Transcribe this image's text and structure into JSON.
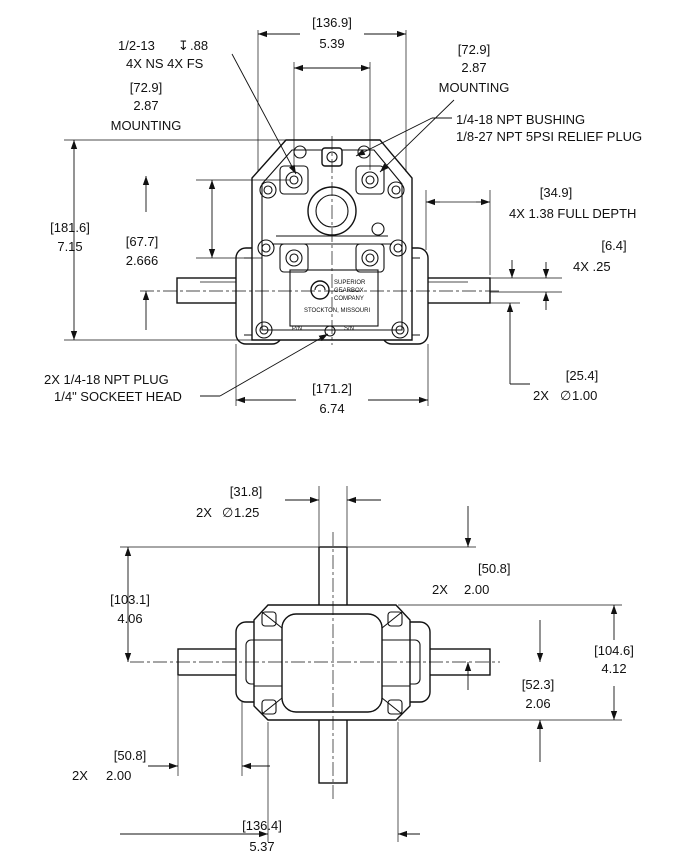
{
  "front_view": {
    "top_width": {
      "mm": "[136.9]",
      "in": "5.39"
    },
    "tap_spec": {
      "line1": "1/2-13",
      "depth": ".88",
      "line2": "4X NS   4X FS"
    },
    "mounting_left": {
      "mm": "[72.9]",
      "in": "2.87",
      "label": "MOUNTING"
    },
    "mounting_right": {
      "mm": "[72.9]",
      "in": "2.87",
      "label": "MOUNTING"
    },
    "bushing_note": {
      "line1": "1/4-18 NPT BUSHING",
      "line2": "1/8-27 NPT 5PSI RELIEF PLUG"
    },
    "overall_height": {
      "mm": "[181.6]",
      "in": "7.15"
    },
    "shaft_center_height": {
      "mm": "[67.7]",
      "in": "2.666"
    },
    "keyway_depth": {
      "mm": "[34.9]",
      "label": "4X  1.38  FULL DEPTH"
    },
    "key_width": {
      "mm": "[6.4]",
      "label": "4X  .25"
    },
    "plug_note": {
      "line1": "2X 1/4-18 NPT PLUG",
      "line2": "1/4\" SOCKEET HEAD"
    },
    "base_width": {
      "mm": "[171.2]",
      "in": "6.74"
    },
    "shaft_dia": {
      "mm": "[25.4]",
      "label": "2X",
      "in": "1.00"
    },
    "nameplate": {
      "brand": [
        "SUPERIOR",
        "GEARBOX",
        "COMPANY"
      ],
      "location": "STOCKTON, MISSOURI",
      "pn": "P/N",
      "sn": "S/N"
    }
  },
  "top_view": {
    "vertical_shaft_dia": {
      "mm": "[31.8]",
      "label": "2X",
      "in": "1.25"
    },
    "shaft_ext_right": {
      "mm": "[50.8]",
      "label": "2X",
      "in": "2.00"
    },
    "top_to_center": {
      "mm": "[103.1]",
      "in": "4.06"
    },
    "housing_depth": {
      "mm": "[104.6]",
      "in": "4.12"
    },
    "half_depth": {
      "mm": "[52.3]",
      "in": "2.06"
    },
    "shaft_ext_left": {
      "mm": "[50.8]",
      "label": "2X",
      "in": "2.00"
    },
    "bottom_width": {
      "mm": "[136.4]",
      "in": "5.37"
    }
  }
}
